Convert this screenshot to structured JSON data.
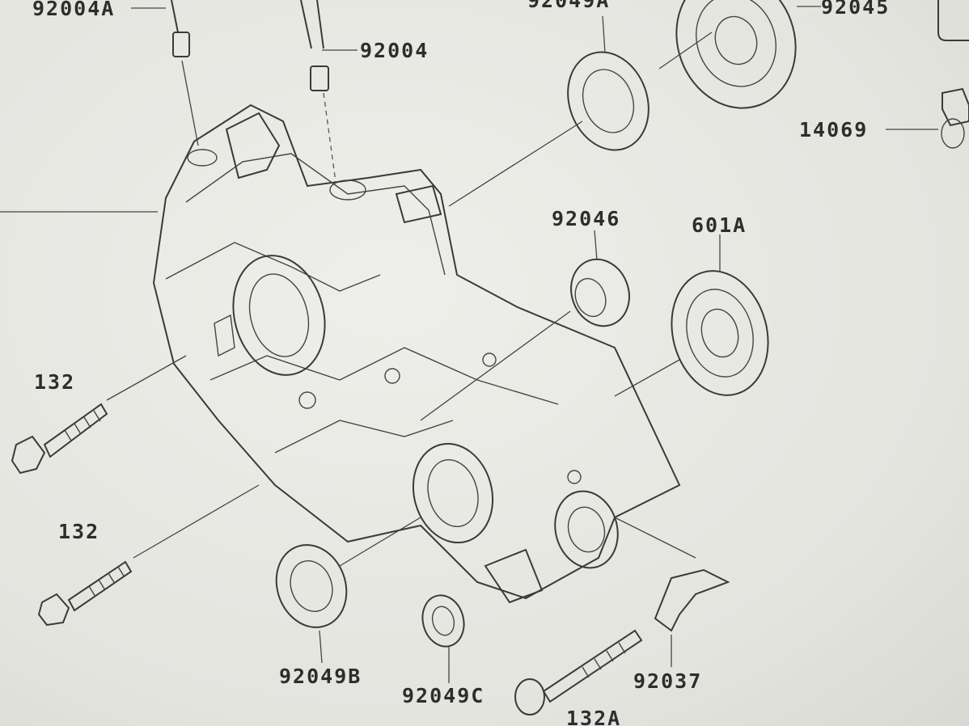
{
  "callouts": {
    "c_92004A": "92004A",
    "c_92004": "92004",
    "c_top_partial": "92049A",
    "c_92045": "92045",
    "c_14069": "14069",
    "c_92046": "92046",
    "c_601A": "601A",
    "c_132_a": "132",
    "c_132_b": "132",
    "c_92049B": "92049B",
    "c_92049C": "92049C",
    "c_92037": "92037",
    "c_132A": "132A"
  }
}
